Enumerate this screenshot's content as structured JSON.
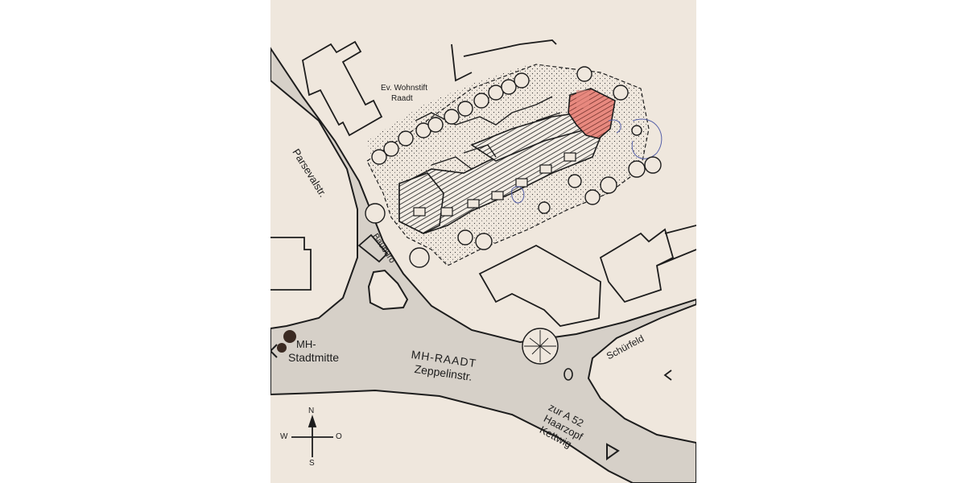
{
  "map": {
    "labels": {
      "wohnstift_line1": "Ev. Wohnstift",
      "wohnstift_line2": "Raadt",
      "parsevalstr": "Parsevalstr.",
      "baubuero": "Baubüro",
      "schuerfeld": "Schürfeld",
      "mh_line1": "MH-",
      "stadtmitte": "Stadtmitte",
      "raadt": "MH-RAADT",
      "zeppelinstr": "Zeppelinstr.",
      "a52_line1": "zur A 52",
      "a52_line2": "Haarzopf",
      "a52_line3": "Kettwig"
    },
    "compass": {
      "n": "N",
      "s": "S",
      "w": "W",
      "o": "O"
    },
    "colors": {
      "paper": "#efe7dd",
      "road": "#d6d0c8",
      "ink": "#1d1d1d",
      "highlight": "#e8897f",
      "pen": "#5560a8"
    }
  }
}
